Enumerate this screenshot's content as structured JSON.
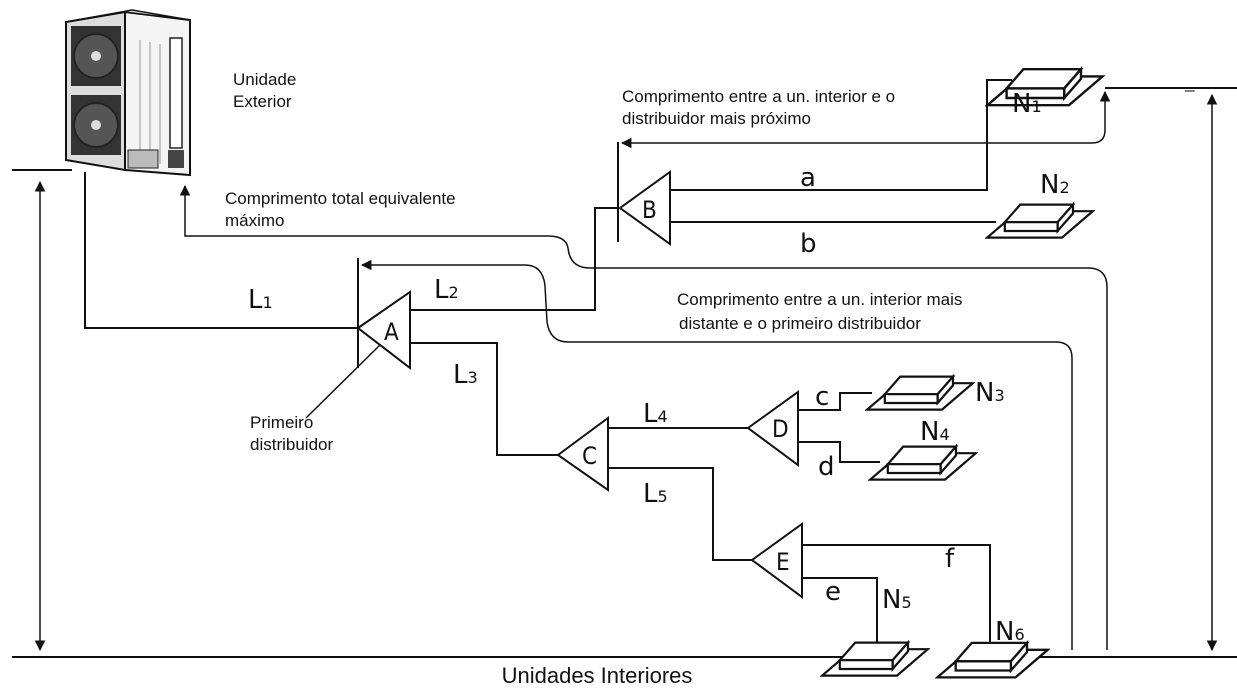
{
  "labels": {
    "outdoor_unit": [
      "Unidade",
      "Exterior"
    ],
    "indoor_units": "Unidades Interiores",
    "first_distributor": [
      "Primeiro",
      "distribuidor"
    ],
    "max_total_length": [
      "Comprimento total equivalente",
      "máximo"
    ],
    "nearest_length": [
      "Comprimento entre a un. interior e o",
      "distribuidor mais próximo"
    ],
    "farthest_length": [
      "Comprimento entre a un. interior mais",
      "distante e o primeiro distribuidor"
    ]
  },
  "distributors": [
    "A",
    "B",
    "C",
    "D",
    "E"
  ],
  "pipes": {
    "main": [
      {
        "name": "L",
        "sub": "1"
      },
      {
        "name": "L",
        "sub": "2"
      },
      {
        "name": "L",
        "sub": "3"
      },
      {
        "name": "L",
        "sub": "4"
      },
      {
        "name": "L",
        "sub": "5"
      }
    ],
    "branch": [
      "a",
      "b",
      "c",
      "d",
      "e",
      "f"
    ]
  },
  "indoor_units": [
    {
      "name": "N",
      "sub": "1"
    },
    {
      "name": "N",
      "sub": "2"
    },
    {
      "name": "N",
      "sub": "3"
    },
    {
      "name": "N",
      "sub": "4"
    },
    {
      "name": "N",
      "sub": "5"
    },
    {
      "name": "N",
      "sub": "6"
    }
  ],
  "misc": {
    "dash": "_"
  }
}
